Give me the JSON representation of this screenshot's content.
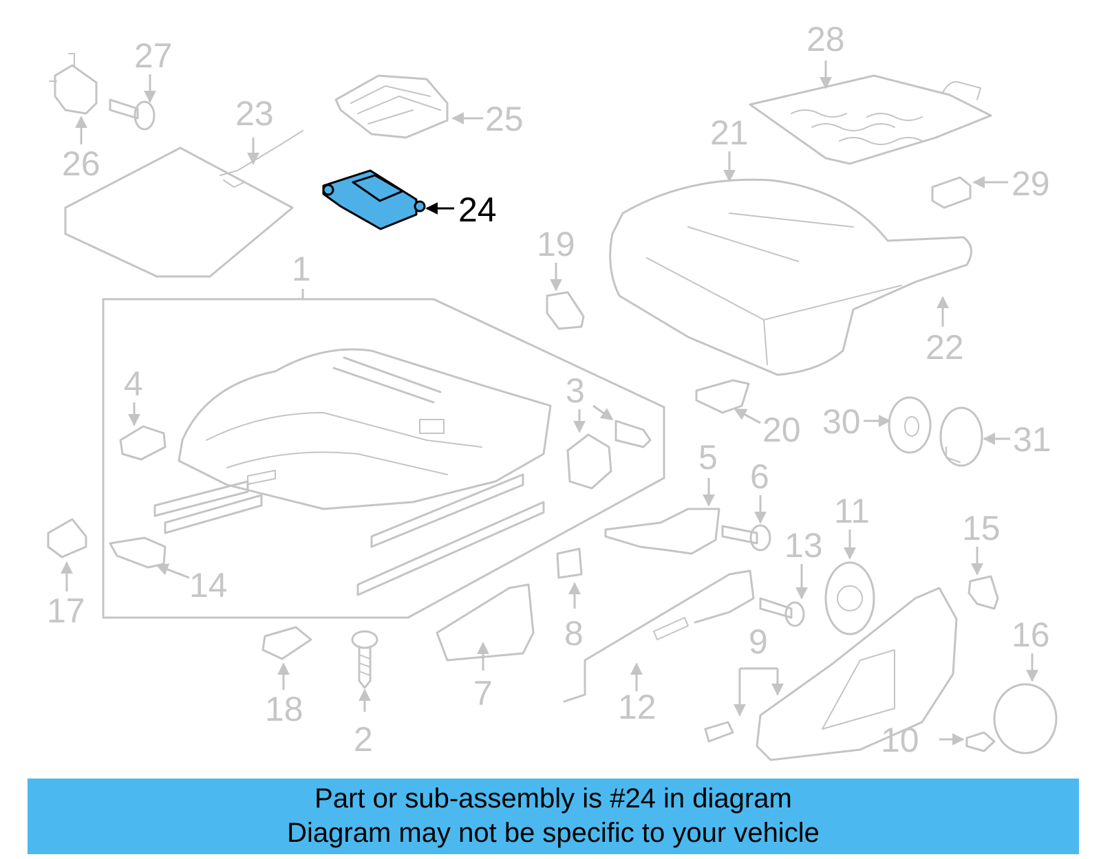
{
  "diagram": {
    "callouts": [
      "1",
      "2",
      "3",
      "4",
      "5",
      "6",
      "7",
      "8",
      "9",
      "10",
      "11",
      "12",
      "13",
      "14",
      "15",
      "16",
      "17",
      "18",
      "19",
      "20",
      "21",
      "22",
      "23",
      "24",
      "25",
      "26",
      "27",
      "28",
      "29",
      "30",
      "31"
    ],
    "highlighted_callout": "24",
    "highlight_color": "#4db1e8"
  },
  "banner": {
    "line1": "Part or sub-assembly is #24 in diagram",
    "line2": "Diagram may not be specific to your vehicle",
    "background": "#4bb9ef"
  }
}
